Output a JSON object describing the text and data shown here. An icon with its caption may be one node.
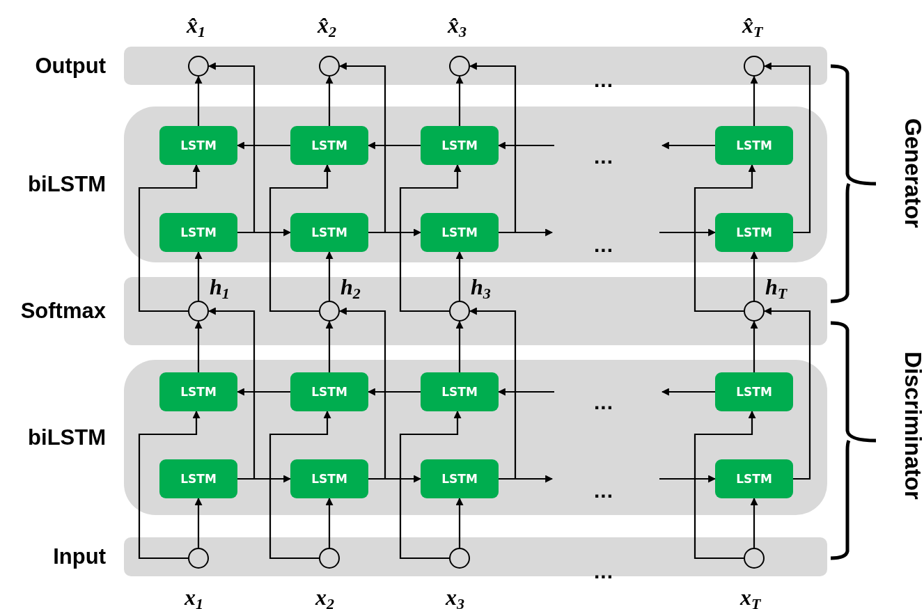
{
  "diagram": {
    "nodes": [
      {
        "text": [
          "Output"
        ]
      },
      {
        "text": [
          "biLSTM"
        ]
      },
      {
        "text": [
          "Softmax"
        ]
      },
      {
        "text": [
          "biLSTM"
        ]
      },
      {
        "text": [
          "Input"
        ]
      },
      {
        "text": [],
        "shape": "circle",
        "in": 0,
        "beside": [
          "x̂$_{1}$"
        ]
      },
      {
        "text": [],
        "shape": "circle",
        "in": 0,
        "beside": [
          "x̂$_{2}$"
        ]
      },
      {
        "text": [],
        "shape": "circle",
        "in": 0,
        "beside": [
          "x̂$_{3}$"
        ]
      },
      {
        "text": [],
        "shape": "circle",
        "in": 0,
        "beside": [
          "x̂$_{T}$"
        ]
      },
      {
        "text": [
          "LSTM"
        ],
        "in": 1
      },
      {
        "text": [
          "LSTM"
        ],
        "in": 1
      },
      {
        "text": [
          "LSTM"
        ],
        "in": 1
      },
      {
        "text": [
          "LSTM"
        ],
        "in": 1
      },
      {
        "text": [
          "LSTM"
        ],
        "in": 1
      },
      {
        "text": [
          "LSTM"
        ],
        "in": 1
      },
      {
        "text": [
          "LSTM"
        ],
        "in": 1
      },
      {
        "text": [
          "LSTM"
        ],
        "in": 1
      },
      {
        "text": [],
        "shape": "circle",
        "in": 2,
        "beside": [
          "h$_{1}$"
        ]
      },
      {
        "text": [],
        "shape": "circle",
        "in": 2,
        "beside": [
          "h$_{2}$"
        ]
      },
      {
        "text": [],
        "shape": "circle",
        "in": 2,
        "beside": [
          "h$_{3}$"
        ]
      },
      {
        "text": [],
        "shape": "circle",
        "in": 2,
        "beside": [
          "h$_{T}$"
        ]
      },
      {
        "text": [
          "LSTM"
        ],
        "in": 3
      },
      {
        "text": [
          "LSTM"
        ],
        "in": 3
      },
      {
        "text": [
          "LSTM"
        ],
        "in": 3
      },
      {
        "text": [
          "LSTM"
        ],
        "in": 3
      },
      {
        "text": [
          "LSTM"
        ],
        "in": 3
      },
      {
        "text": [
          "LSTM"
        ],
        "in": 3
      },
      {
        "text": [
          "LSTM"
        ],
        "in": 3
      },
      {
        "text": [
          "LSTM"
        ],
        "in": 3
      },
      {
        "text": [],
        "shape": "circle",
        "in": 4,
        "beside": [
          "x$_{1}$"
        ]
      },
      {
        "text": [],
        "shape": "circle",
        "in": 4,
        "beside": [
          "x$_{2}$"
        ]
      },
      {
        "text": [],
        "shape": "circle",
        "in": 4,
        "beside": [
          "x$_{3}$"
        ]
      },
      {
        "text": [],
        "shape": "circle",
        "in": 4,
        "beside": [
          "x$_{T}$"
        ]
      }
    ],
    "edges": [
      {
        "from": 9,
        "to": 5,
        "arrow": "to"
      },
      {
        "from": 13,
        "to": 5,
        "arrow": "to"
      },
      {
        "from": 17,
        "to": 13,
        "arrow": "to"
      },
      {
        "from": 17,
        "to": 9,
        "arrow": "to"
      },
      {
        "from": 21,
        "to": 17,
        "arrow": "to"
      },
      {
        "from": 25,
        "to": 17,
        "arrow": "to"
      },
      {
        "from": 29,
        "to": 25,
        "arrow": "to"
      },
      {
        "from": 29,
        "to": 21,
        "arrow": "to"
      },
      {
        "from": 10,
        "to": 6,
        "arrow": "to"
      },
      {
        "from": 14,
        "to": 6,
        "arrow": "to"
      },
      {
        "from": 18,
        "to": 14,
        "arrow": "to"
      },
      {
        "from": 18,
        "to": 10,
        "arrow": "to"
      },
      {
        "from": 22,
        "to": 18,
        "arrow": "to"
      },
      {
        "from": 26,
        "to": 18,
        "arrow": "to"
      },
      {
        "from": 30,
        "to": 26,
        "arrow": "to"
      },
      {
        "from": 30,
        "to": 22,
        "arrow": "to"
      },
      {
        "from": 11,
        "to": 7,
        "arrow": "to"
      },
      {
        "from": 15,
        "to": 7,
        "arrow": "to"
      },
      {
        "from": 19,
        "to": 15,
        "arrow": "to"
      },
      {
        "from": 19,
        "to": 11,
        "arrow": "to"
      },
      {
        "from": 23,
        "to": 19,
        "arrow": "to"
      },
      {
        "from": 27,
        "to": 19,
        "arrow": "to"
      },
      {
        "from": 31,
        "to": 27,
        "arrow": "to"
      },
      {
        "from": 31,
        "to": 23,
        "arrow": "to"
      },
      {
        "from": 12,
        "to": 8,
        "arrow": "to"
      },
      {
        "from": 16,
        "to": 8,
        "arrow": "to"
      },
      {
        "from": 20,
        "to": 16,
        "arrow": "to"
      },
      {
        "from": 20,
        "to": 12,
        "arrow": "to"
      },
      {
        "from": 24,
        "to": 20,
        "arrow": "to"
      },
      {
        "from": 28,
        "to": 20,
        "arrow": "to"
      },
      {
        "from": 32,
        "to": 28,
        "arrow": "to"
      },
      {
        "from": 32,
        "to": 24,
        "arrow": "to"
      },
      {
        "from": 13,
        "to": 14,
        "arrow": "to"
      },
      {
        "from": 14,
        "to": 15,
        "arrow": "to"
      },
      {
        "from": 15,
        "to": null,
        "arrow": "to"
      },
      {
        "from": null,
        "to": 16,
        "arrow": "to"
      },
      {
        "from": 10,
        "to": 9,
        "arrow": "to"
      },
      {
        "from": 11,
        "to": 10,
        "arrow": "to"
      },
      {
        "from": null,
        "to": 11,
        "arrow": "to"
      },
      {
        "from": 12,
        "to": null,
        "arrow": "to"
      },
      {
        "from": 25,
        "to": 26,
        "arrow": "to"
      },
      {
        "from": 26,
        "to": 27,
        "arrow": "to"
      },
      {
        "from": 27,
        "to": null,
        "arrow": "to"
      },
      {
        "from": null,
        "to": 28,
        "arrow": "to"
      },
      {
        "from": 22,
        "to": 21,
        "arrow": "to"
      },
      {
        "from": 23,
        "to": 22,
        "arrow": "to"
      },
      {
        "from": null,
        "to": 23,
        "arrow": "to"
      },
      {
        "from": 24,
        "to": null,
        "arrow": "to"
      }
    ],
    "labels": [
      "...",
      "...",
      "...",
      "...",
      "...",
      "...",
      "Generator",
      "Discriminator"
    ]
  }
}
